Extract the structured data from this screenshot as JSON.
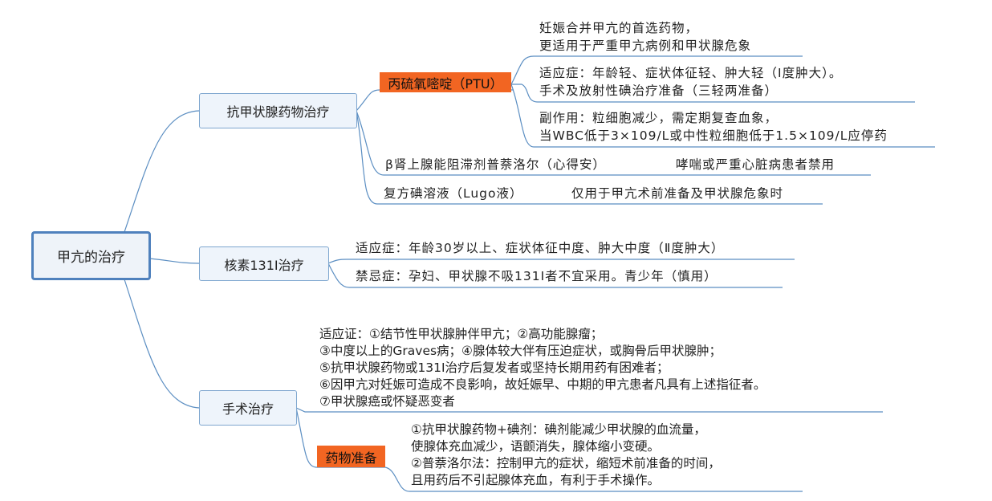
{
  "root": "甲亢的治疗",
  "branches": {
    "drug": {
      "label": "抗甲状腺药物治疗",
      "ptu": {
        "label": "丙硫氧嘧啶（PTU）",
        "notes": [
          [
            "妊娠合并甲亢的首选药物，",
            "更适用于严重甲亢病例和甲状腺危象"
          ],
          [
            "适应症：年龄轻、症状体征轻、肿大轻（Ⅰ度肿大）。",
            "手术及放射性碘治疗准备（三轻两准备）"
          ],
          [
            "副作用：粒细胞减少，需定期复查血象，",
            "当WBC低于3×109/L或中性粒细胞低于1.5×109/L应停药"
          ]
        ]
      },
      "beta": {
        "label": "β肾上腺能阻滞剂普萘洛尔（心得安）",
        "note": "哮喘或严重心脏病患者禁用"
      },
      "iodine": {
        "label": "复方碘溶液（Lugo液）",
        "note": "仅用于甲亢术前准备及甲状腺危象时"
      }
    },
    "nuclide": {
      "label": "核素131I治疗",
      "items": [
        "适应症：年龄30岁以上、症状体征中度、肿大中度（Ⅱ度肿大）",
        "禁忌症：孕妇、甲状腺不吸131I者不宜采用。青少年（慎用）"
      ]
    },
    "surgery": {
      "label": "手术治疗",
      "indications": [
        "适应证：①结节性甲状腺肿伴甲亢；②高功能腺瘤；",
        "③中度以上的Graves病；④腺体较大伴有压迫症状，或胸骨后甲状腺肿；",
        "⑤抗甲状腺药物或131I治疗后复发者或坚持长期用药有困难者；",
        "⑥因甲亢对妊娠可造成不良影响，故妊娠早、中期的甲亢患者凡具有上述指征者。",
        "⑦甲状腺癌或怀疑恶变者"
      ],
      "prep": {
        "label": "药物准备",
        "lines": [
          "①抗甲状腺药物+碘剂：碘剂能减少甲状腺的血流量，",
          "使腺体充血减少，语颤消失，腺体缩小变硬。",
          "②普萘洛尔法：控制甲亢的症状，缩短术前准备的时间，",
          "且用药后不引起腺体充血，有利于手术操作。"
        ]
      }
    }
  },
  "colors": {
    "line": "#5b8ec2",
    "tag": "#f26522",
    "border": "#4f81bd"
  }
}
